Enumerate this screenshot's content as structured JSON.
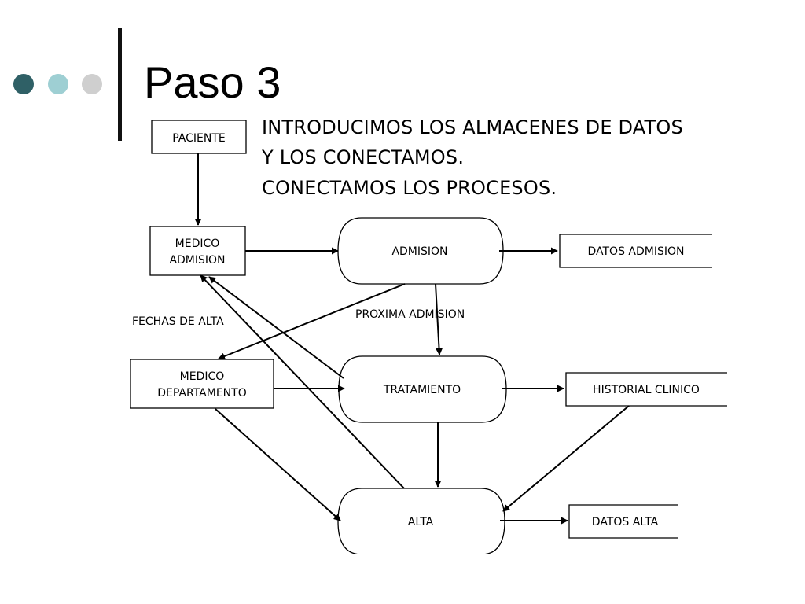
{
  "slide": {
    "title": "Paso 3",
    "intro_lines": [
      "INTRODUCIMOS LOS ALMACENES DE DATOS",
      "Y LOS CONECTAMOS.",
      "CONECTAMOS LOS PROCESOS."
    ],
    "bullet_colors": [
      "#2f6066",
      "#9ecfd3",
      "#cfcfcf"
    ]
  },
  "diagram": {
    "entities": {
      "paciente": "PACIENTE",
      "medico_admision": [
        "MEDICO",
        "ADMISION"
      ],
      "medico_departamento": [
        "MEDICO",
        "DEPARTAMENTO"
      ]
    },
    "processes": {
      "admision": "ADMISION",
      "tratamiento": "TRATAMIENTO",
      "alta": "ALTA"
    },
    "stores": {
      "datos_admision": "DATOS ADMISION",
      "historial_clinico": "HISTORIAL CLINICO",
      "datos_alta": "DATOS ALTA"
    },
    "flow_labels": {
      "fechas_de_alta": "FECHAS DE ALTA",
      "proxima_admision": "PROXIMA ADMISION"
    }
  }
}
